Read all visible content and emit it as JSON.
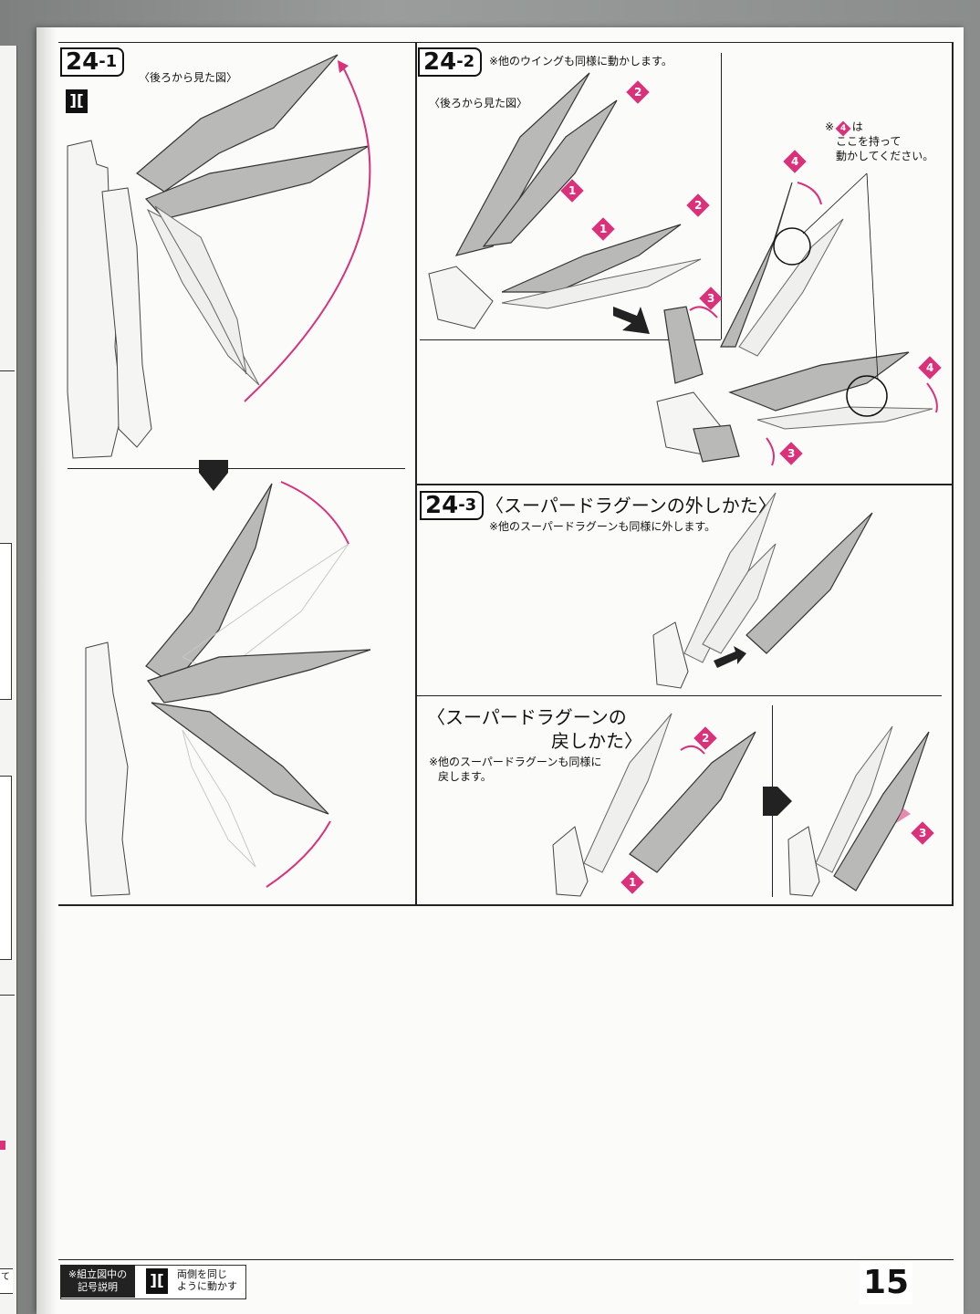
{
  "page_number": "15",
  "steps": {
    "s1": {
      "num": "24",
      "sub": "1",
      "caption": "〈後ろから見た図〉",
      "symbol": "]["
    },
    "s2": {
      "num": "24",
      "sub": "2",
      "note": "※他のウイングも同様に動かします。",
      "caption": "〈後ろから見た図〉",
      "hold_note": {
        "mark": "※",
        "badge": "4",
        "suffix": "は",
        "line2": "ここを持って",
        "line3": "動かしてください。"
      },
      "badges": [
        "1",
        "1",
        "2",
        "2",
        "3",
        "3",
        "4",
        "4"
      ]
    },
    "s3": {
      "num": "24",
      "sub": "3",
      "title": "〈スーパードラグーンの外しかた〉",
      "note": "※他のスーパードラグーンも同様に外します。"
    },
    "s4": {
      "title_line1": "〈スーパードラグーンの",
      "title_line2": "戻しかた〉",
      "note_line1": "※他のスーパードラグーンも同様に",
      "note_line2": "戻します。",
      "badges": [
        "1",
        "2",
        "3"
      ]
    }
  },
  "footer": {
    "legend_label_line1": "※組立図中の",
    "legend_label_line2": "記号説明",
    "symbol": "][",
    "symbol_desc_line1": "両側を同じ",
    "symbol_desc_line2": "ように動かす"
  },
  "left_page_fragment": "て",
  "colors": {
    "accent": "#d9327a",
    "ink": "#111111",
    "paper": "#fbfbf9"
  }
}
